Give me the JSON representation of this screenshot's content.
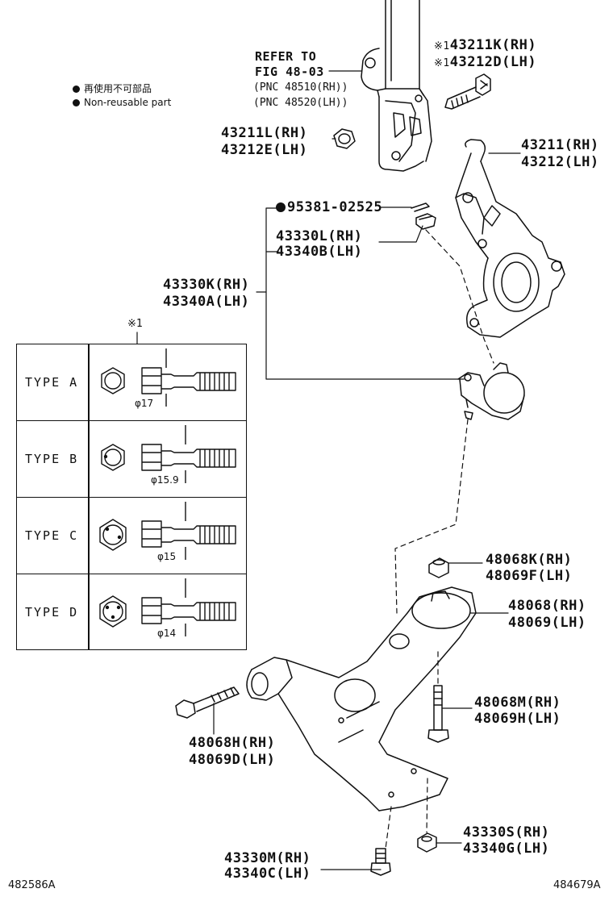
{
  "legend": {
    "line1": "再使用不可部品",
    "line2": "Non-reusable part"
  },
  "refer": {
    "line1": "REFER TO",
    "line2": "FIG 48-03",
    "line3": "(PNC 48510(RH))",
    "line4": "(PNC 48520(LH))"
  },
  "callouts": {
    "c43211K": "43211K(RH)",
    "c43212D": "43212D(LH)",
    "mark": "※1",
    "c43211L": "43211L(RH)",
    "c43212E": "43212E(LH)",
    "c43211": "43211(RH)",
    "c43212": "43212(LH)",
    "c95381": "95381-02525",
    "c43330L": "43330L(RH)",
    "c43340B": "43340B(LH)",
    "c43330K": "43330K(RH)",
    "c43340A": "43340A(LH)",
    "c48068K": "48068K(RH)",
    "c48069F": "48069F(LH)",
    "c48068": "48068(RH)",
    "c48069": "48069(LH)",
    "c48068M": "48068M(RH)",
    "c48069H": "48069H(LH)",
    "c48068H": "48068H(RH)",
    "c48069D": "48069D(LH)",
    "c43330S": "43330S(RH)",
    "c43340G": "43340G(LH)",
    "c43330M": "43330M(RH)",
    "c43340C": "43340C(LH)"
  },
  "types_header": "※1",
  "types": [
    {
      "name": "TYPE A",
      "dia": "φ17"
    },
    {
      "name": "TYPE B",
      "dia": "φ15.9"
    },
    {
      "name": "TYPE C",
      "dia": "φ15"
    },
    {
      "name": "TYPE D",
      "dia": "φ14"
    }
  ],
  "footer": {
    "left": "482586A",
    "right": "484679A"
  }
}
